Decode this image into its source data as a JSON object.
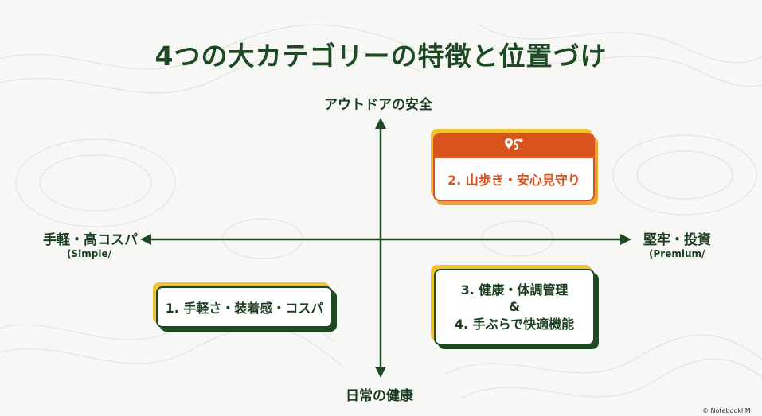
{
  "title": "4つの大カテゴリーの特徴と位置づけ",
  "axes": {
    "top": "アウトドアの安全",
    "bottom": "日常の健康",
    "left": "手軽・高コスパ",
    "left_sub": "(Simple/",
    "right": "堅牢・投資",
    "right_sub": "(Premium/"
  },
  "cards": {
    "card1": "1. 手軽さ・装着感・コスパ",
    "card2": "2. 山歩き・安心見守り",
    "card3_line1": "3. 健康・体調管理",
    "card3_line2": "&",
    "card3_line3": "4. 手ぶらで快適機能"
  },
  "icons": {
    "card2_header": "map-pin-path-icon"
  },
  "colors": {
    "primary_green": "#1e4a23",
    "accent_orange": "#d9531e",
    "accent_yellow": "#f1c232"
  },
  "footer": "© Notebookl M"
}
